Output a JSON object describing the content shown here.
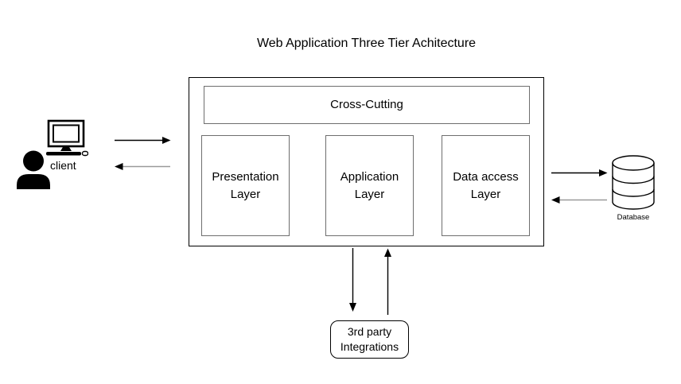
{
  "title": "Web Application Three Tier Achitecture",
  "client": {
    "label": "client"
  },
  "container": {
    "cross_cutting_label": "Cross-Cutting",
    "layers": [
      {
        "line1": "Presentation",
        "line2": "Layer"
      },
      {
        "line1": "Application",
        "line2": "Layer"
      },
      {
        "line1": "Data access",
        "line2": "Layer"
      }
    ]
  },
  "database": {
    "label": "Database"
  },
  "third_party": {
    "line1": "3rd party",
    "line2": "Integrations"
  },
  "icons": {
    "client_workstation": "monitor-keyboard-mouse-icon",
    "client_person": "person-icon",
    "database": "database-cylinder-icon"
  },
  "colors": {
    "ink": "#000000",
    "box_stroke": "#6e6e6e",
    "return_arrow_stroke": "#999999",
    "background": "#ffffff"
  }
}
